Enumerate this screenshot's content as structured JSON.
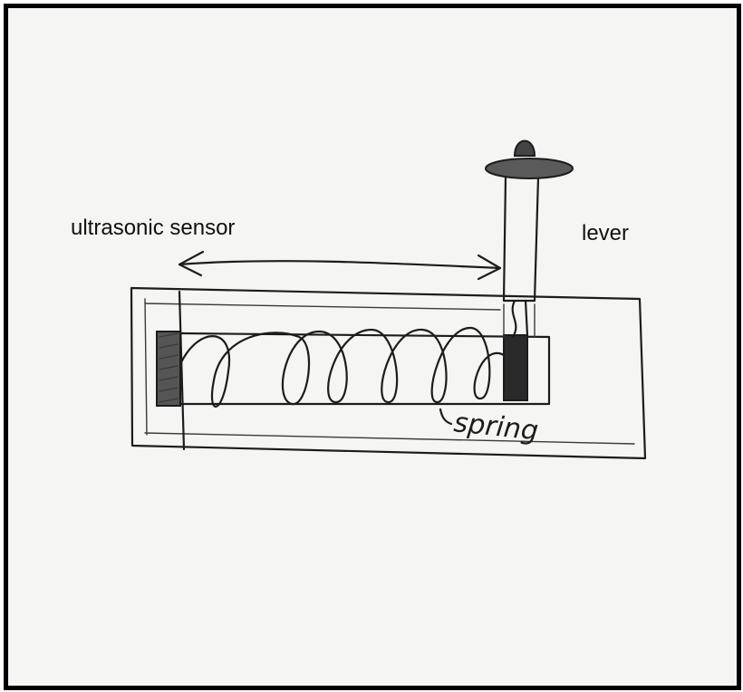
{
  "diagram": {
    "labels": {
      "sensor": "ultrasonic sensor",
      "lever": "lever",
      "spring": "spring"
    },
    "colors": {
      "frame_border": "#000000",
      "paper": "#f5f5f3",
      "pencil": "#1c1c1c",
      "sensor_fill": "#555555",
      "plunger_fill": "#2a2a2a",
      "knob_fill": "#444444"
    }
  }
}
